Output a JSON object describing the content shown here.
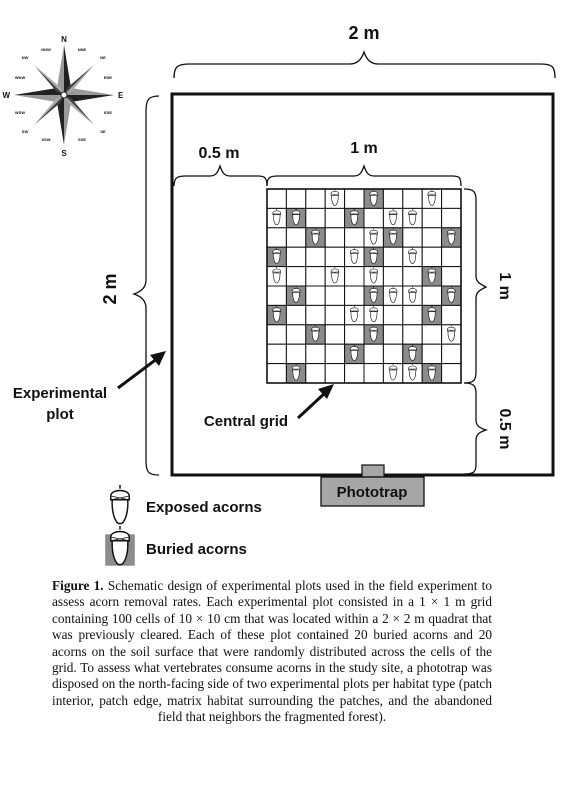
{
  "compass": {
    "north": "N",
    "south": "S",
    "east": "E",
    "west": "W",
    "nne": "NNW",
    "nw": "NW",
    "ne": "NE",
    "nnee": "NNE",
    "wnw": "WNW",
    "ene": "ENE",
    "wsw": "WSW",
    "ese": "ESE",
    "sw": "SW",
    "se": "SE",
    "ssw": "SSW",
    "sse": "SSE"
  },
  "dimensions": {
    "outer_width": "2 m",
    "outer_height": "2 m",
    "margin_left": "0.5 m",
    "grid_width": "1 m",
    "grid_height": "1 m",
    "margin_bottom": "0.5 m"
  },
  "labels": {
    "experimental_plot": [
      "Experimental",
      "plot"
    ],
    "central_grid": "Central grid",
    "phototrap": "Phototrap"
  },
  "legend": {
    "exposed": "Exposed acorns",
    "buried": "Buried acorns"
  },
  "grid": {
    "rows": 10,
    "cols": 10,
    "exposed_cells": [
      [
        0,
        3
      ],
      [
        0,
        8
      ],
      [
        1,
        0
      ],
      [
        1,
        6
      ],
      [
        1,
        7
      ],
      [
        2,
        5
      ],
      [
        3,
        4
      ],
      [
        3,
        7
      ],
      [
        4,
        0
      ],
      [
        4,
        3
      ],
      [
        4,
        5
      ],
      [
        5,
        1
      ],
      [
        5,
        6
      ],
      [
        5,
        7
      ],
      [
        6,
        4
      ],
      [
        6,
        5
      ],
      [
        7,
        2
      ],
      [
        7,
        9
      ],
      [
        9,
        6
      ],
      [
        9,
        7
      ]
    ],
    "buried_cells": [
      [
        0,
        5
      ],
      [
        1,
        1
      ],
      [
        1,
        4
      ],
      [
        2,
        2
      ],
      [
        2,
        6
      ],
      [
        2,
        9
      ],
      [
        3,
        0
      ],
      [
        3,
        5
      ],
      [
        4,
        8
      ],
      [
        5,
        1
      ],
      [
        5,
        5
      ],
      [
        5,
        9
      ],
      [
        6,
        0
      ],
      [
        6,
        8
      ],
      [
        7,
        2
      ],
      [
        7,
        5
      ],
      [
        8,
        4
      ],
      [
        8,
        7
      ],
      [
        9,
        1
      ],
      [
        9,
        8
      ]
    ]
  },
  "caption": {
    "label": "Figure 1.",
    "text": " Schematic design of experimental plots used in the field experiment to assess acorn removal rates. Each experimental plot consisted in a 1 × 1 m grid containing 100 cells of 10 × 10 cm that was located within a 2 × 2 m quadrat that was previously cleared. Each of these plot contained 20 buried acorns and 20 acorns on the soil surface that were randomly distributed across the cells of the grid. To assess what vertebrates consume acorns in the study site, a phototrap was disposed on the north-facing side of two experimental plots per habitat type (patch interior, patch edge, matrix habitat surrounding the patches, and the abandoned field that neighbors the fragmented forest)."
  },
  "colors": {
    "buried_fill": "#8c8c8c",
    "phototrap_fill": "#a6a6a6",
    "line": "#111111"
  }
}
